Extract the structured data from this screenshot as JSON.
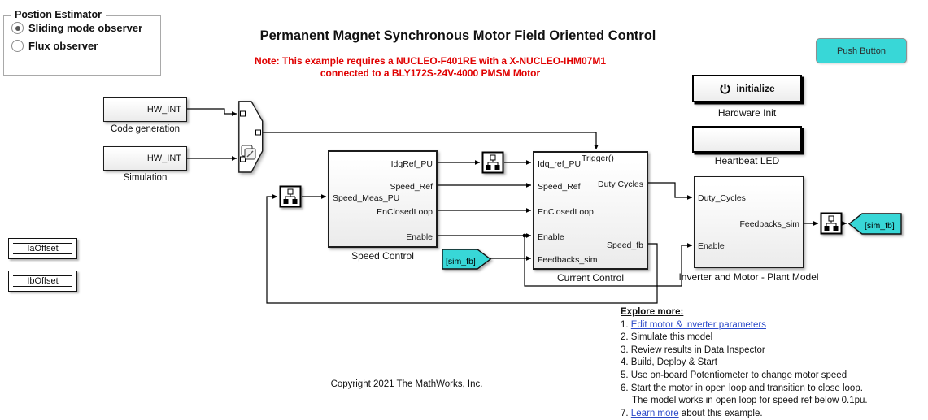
{
  "colors": {
    "accent_cyan": "#38D7D7",
    "note_red": "#E00000",
    "link_blue": "#2B49C8"
  },
  "panel": {
    "title": "Postion Estimator",
    "options": [
      {
        "label": "Sliding mode observer",
        "selected": true
      },
      {
        "label": "Flux observer",
        "selected": false
      }
    ]
  },
  "header": {
    "title": "Permanent Magnet Synchronous Motor Field Oriented Control",
    "note_line1": "Note: This example requires a NUCLEO-F401RE with a X-NUCLEO-IHM07M1",
    "note_line2": "connected to a BLY172S-24V-4000 PMSM Motor"
  },
  "push_button": {
    "label": "Push Button"
  },
  "sources": [
    {
      "value": "HW_INT",
      "label": "Code generation"
    },
    {
      "value": "HW_INT",
      "label": "Simulation"
    }
  ],
  "blocks": {
    "speed_control": {
      "label": "Speed Control",
      "in": [
        "Speed_Meas_PU"
      ],
      "out": [
        "IdqRef_PU",
        "Speed_Ref",
        "EnClosedLoop",
        "Enable"
      ]
    },
    "current_control": {
      "label": "Current Control",
      "trigger": "Trigger()",
      "in": [
        "Idq_ref_PU",
        "Speed_Ref",
        "EnClosedLoop",
        "Enable",
        "Feedbacks_sim"
      ],
      "out": [
        "Duty Cycles",
        "Speed_fb"
      ]
    },
    "plant": {
      "label": "Inverter and Motor - Plant Model",
      "in": [
        "Duty_Cycles",
        "Enable"
      ],
      "out": [
        "Feedbacks_sim"
      ]
    },
    "hardware_init": {
      "content": "initialize",
      "label": "Hardware Init"
    },
    "heartbeat_led": {
      "label": "Heartbeat LED"
    },
    "ia_offset": {
      "label": "IaOffset"
    },
    "ib_offset": {
      "label": "IbOffset"
    }
  },
  "tags": {
    "from": "[sim_fb]",
    "goto": "[sim_fb]"
  },
  "explore": {
    "heading": "Explore more:",
    "items": [
      {
        "num": "1.",
        "link": "Edit motor & inverter parameters",
        "after": ""
      },
      {
        "num": "2.",
        "text": "Simulate this model"
      },
      {
        "num": "3.",
        "text": "Review results in Data Inspector"
      },
      {
        "num": "4.",
        "text": "Build, Deploy & Start"
      },
      {
        "num": "5.",
        "text": "Use on-board Potentiometer to change motor speed"
      },
      {
        "num": "6.",
        "text": "Start the motor in open loop and transition to close loop.",
        "cont": "The model works in open loop for speed ref below 0.1pu."
      },
      {
        "num": "7.",
        "link": "Learn more",
        "after": " about this example."
      }
    ]
  },
  "copyright": "Copyright 2021 The MathWorks, Inc."
}
